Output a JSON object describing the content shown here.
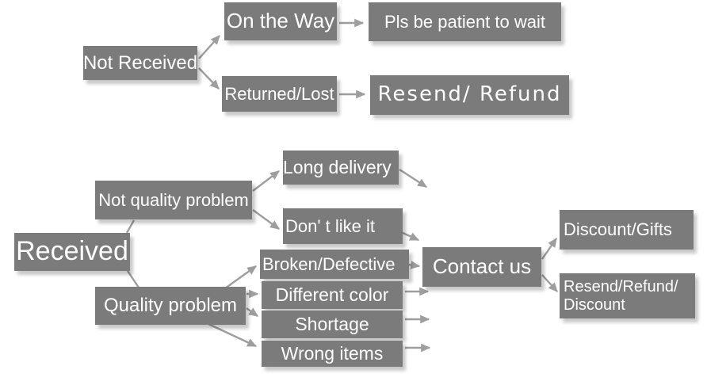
{
  "diagram": {
    "colors": {
      "box": "#7b7b7b",
      "text": "#ffffff",
      "arrow": "#9e9e9e",
      "background": "#ffffff"
    },
    "nodes": {
      "not_received": {
        "label": "Not Received"
      },
      "on_the_way": {
        "label": "On the Way"
      },
      "pls_be_patient": {
        "label": "Pls be patient to wait"
      },
      "returned_lost": {
        "label": "Returned/Lost"
      },
      "resend_refund": {
        "label": "Resend/ Refund"
      },
      "received": {
        "label": "Received"
      },
      "not_quality_problem": {
        "label": "Not quality problem"
      },
      "long_delivery": {
        "label": "Long delivery"
      },
      "dont_like_it": {
        "label": "Don' t like it"
      },
      "quality_problem": {
        "label": "Quality problem"
      },
      "broken_defective": {
        "label": "Broken/Defective"
      },
      "different_color": {
        "label": "Different color"
      },
      "shortage": {
        "label": "Shortage"
      },
      "wrong_items": {
        "label": "Wrong items"
      },
      "contact_us": {
        "label": "Contact us"
      },
      "discount_gifts": {
        "label": "Discount/Gifts"
      },
      "resend_refund_discount": {
        "label_line1": "Resend/Refund/",
        "label_line2": "Discount"
      }
    },
    "edges": [
      {
        "from": "not_received",
        "to": "on_the_way"
      },
      {
        "from": "not_received",
        "to": "returned_lost"
      },
      {
        "from": "on_the_way",
        "to": "pls_be_patient"
      },
      {
        "from": "returned_lost",
        "to": "resend_refund"
      },
      {
        "from": "received",
        "to": "not_quality_problem"
      },
      {
        "from": "received",
        "to": "quality_problem"
      },
      {
        "from": "not_quality_problem",
        "to": "long_delivery"
      },
      {
        "from": "not_quality_problem",
        "to": "dont_like_it"
      },
      {
        "from": "long_delivery",
        "to": "contact_us"
      },
      {
        "from": "dont_like_it",
        "to": "contact_us"
      },
      {
        "from": "quality_problem",
        "to": "broken_defective"
      },
      {
        "from": "quality_problem",
        "to": "different_color"
      },
      {
        "from": "quality_problem",
        "to": "shortage"
      },
      {
        "from": "quality_problem",
        "to": "wrong_items"
      },
      {
        "from": "broken_defective",
        "to": "contact_us"
      },
      {
        "from": "different_color",
        "to": "contact_us"
      },
      {
        "from": "shortage",
        "to": "contact_us"
      },
      {
        "from": "wrong_items",
        "to": "contact_us"
      },
      {
        "from": "contact_us",
        "to": "discount_gifts"
      },
      {
        "from": "contact_us",
        "to": "resend_refund_discount"
      }
    ]
  }
}
